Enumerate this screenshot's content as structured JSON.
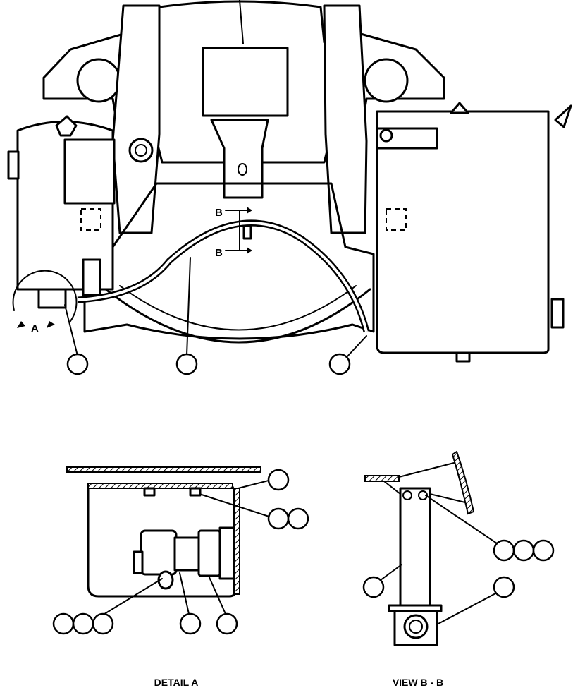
{
  "views": {
    "main": {
      "section_marker": "B",
      "detail_marker": "A"
    },
    "detail_a": {
      "caption": "DETAIL A"
    },
    "view_bb": {
      "caption": "VIEW B - B"
    }
  },
  "colors": {
    "line": "#000000",
    "paper": "#ffffff"
  }
}
